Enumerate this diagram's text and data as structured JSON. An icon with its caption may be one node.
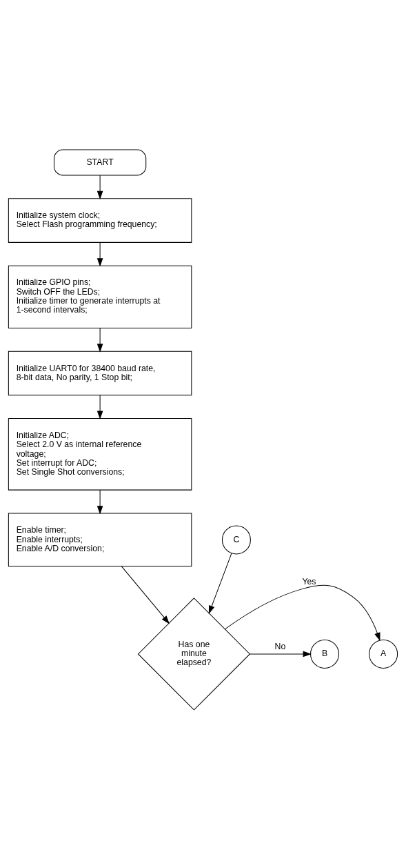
{
  "diagram": {
    "nodes": [
      {
        "text": [
          "START"
        ]
      },
      {
        "text": [
          "Initialize system clock;",
          "Select Flash programming frequency;"
        ]
      },
      {
        "text": [
          "Initialize GPIO pins;",
          "Switch OFF the LEDs;",
          "Initialize timer to generate interrupts at 1-second intervals;"
        ]
      },
      {
        "text": [
          "Initialize UART0 for 38400 baud rate, 8-bit data, No parity, 1 Stop bit;"
        ]
      },
      {
        "text": [
          "Initialize ADC;",
          "Select 2.0 V as internal reference voltage;",
          "Set interrupt for ADC;",
          "Set Single Shot conversions;"
        ]
      },
      {
        "text": [
          "Enable timer;",
          "Enable interrupts;",
          "Enable A/D conversion;"
        ]
      },
      {
        "text": [
          "C"
        ]
      },
      {
        "text": [
          "Has one minute elapsed?"
        ]
      },
      {
        "text": [
          "A"
        ]
      },
      {
        "text": [
          "B"
        ]
      }
    ],
    "edges": [
      {
        "from": 0,
        "to": 1,
        "arrow": "to"
      },
      {
        "from": 1,
        "to": 2,
        "arrow": "to"
      },
      {
        "from": 2,
        "to": 3,
        "arrow": "to"
      },
      {
        "from": 3,
        "to": 4,
        "arrow": "to"
      },
      {
        "from": 4,
        "to": 5,
        "arrow": "to"
      },
      {
        "from": 5,
        "to": 7,
        "arrow": "to"
      },
      {
        "from": 6,
        "to": 7,
        "arrow": "to"
      },
      {
        "from": 7,
        "to": 8,
        "arrow": "to",
        "label": "Yes"
      },
      {
        "from": 7,
        "to": 9,
        "arrow": "to",
        "label": "No"
      }
    ]
  }
}
